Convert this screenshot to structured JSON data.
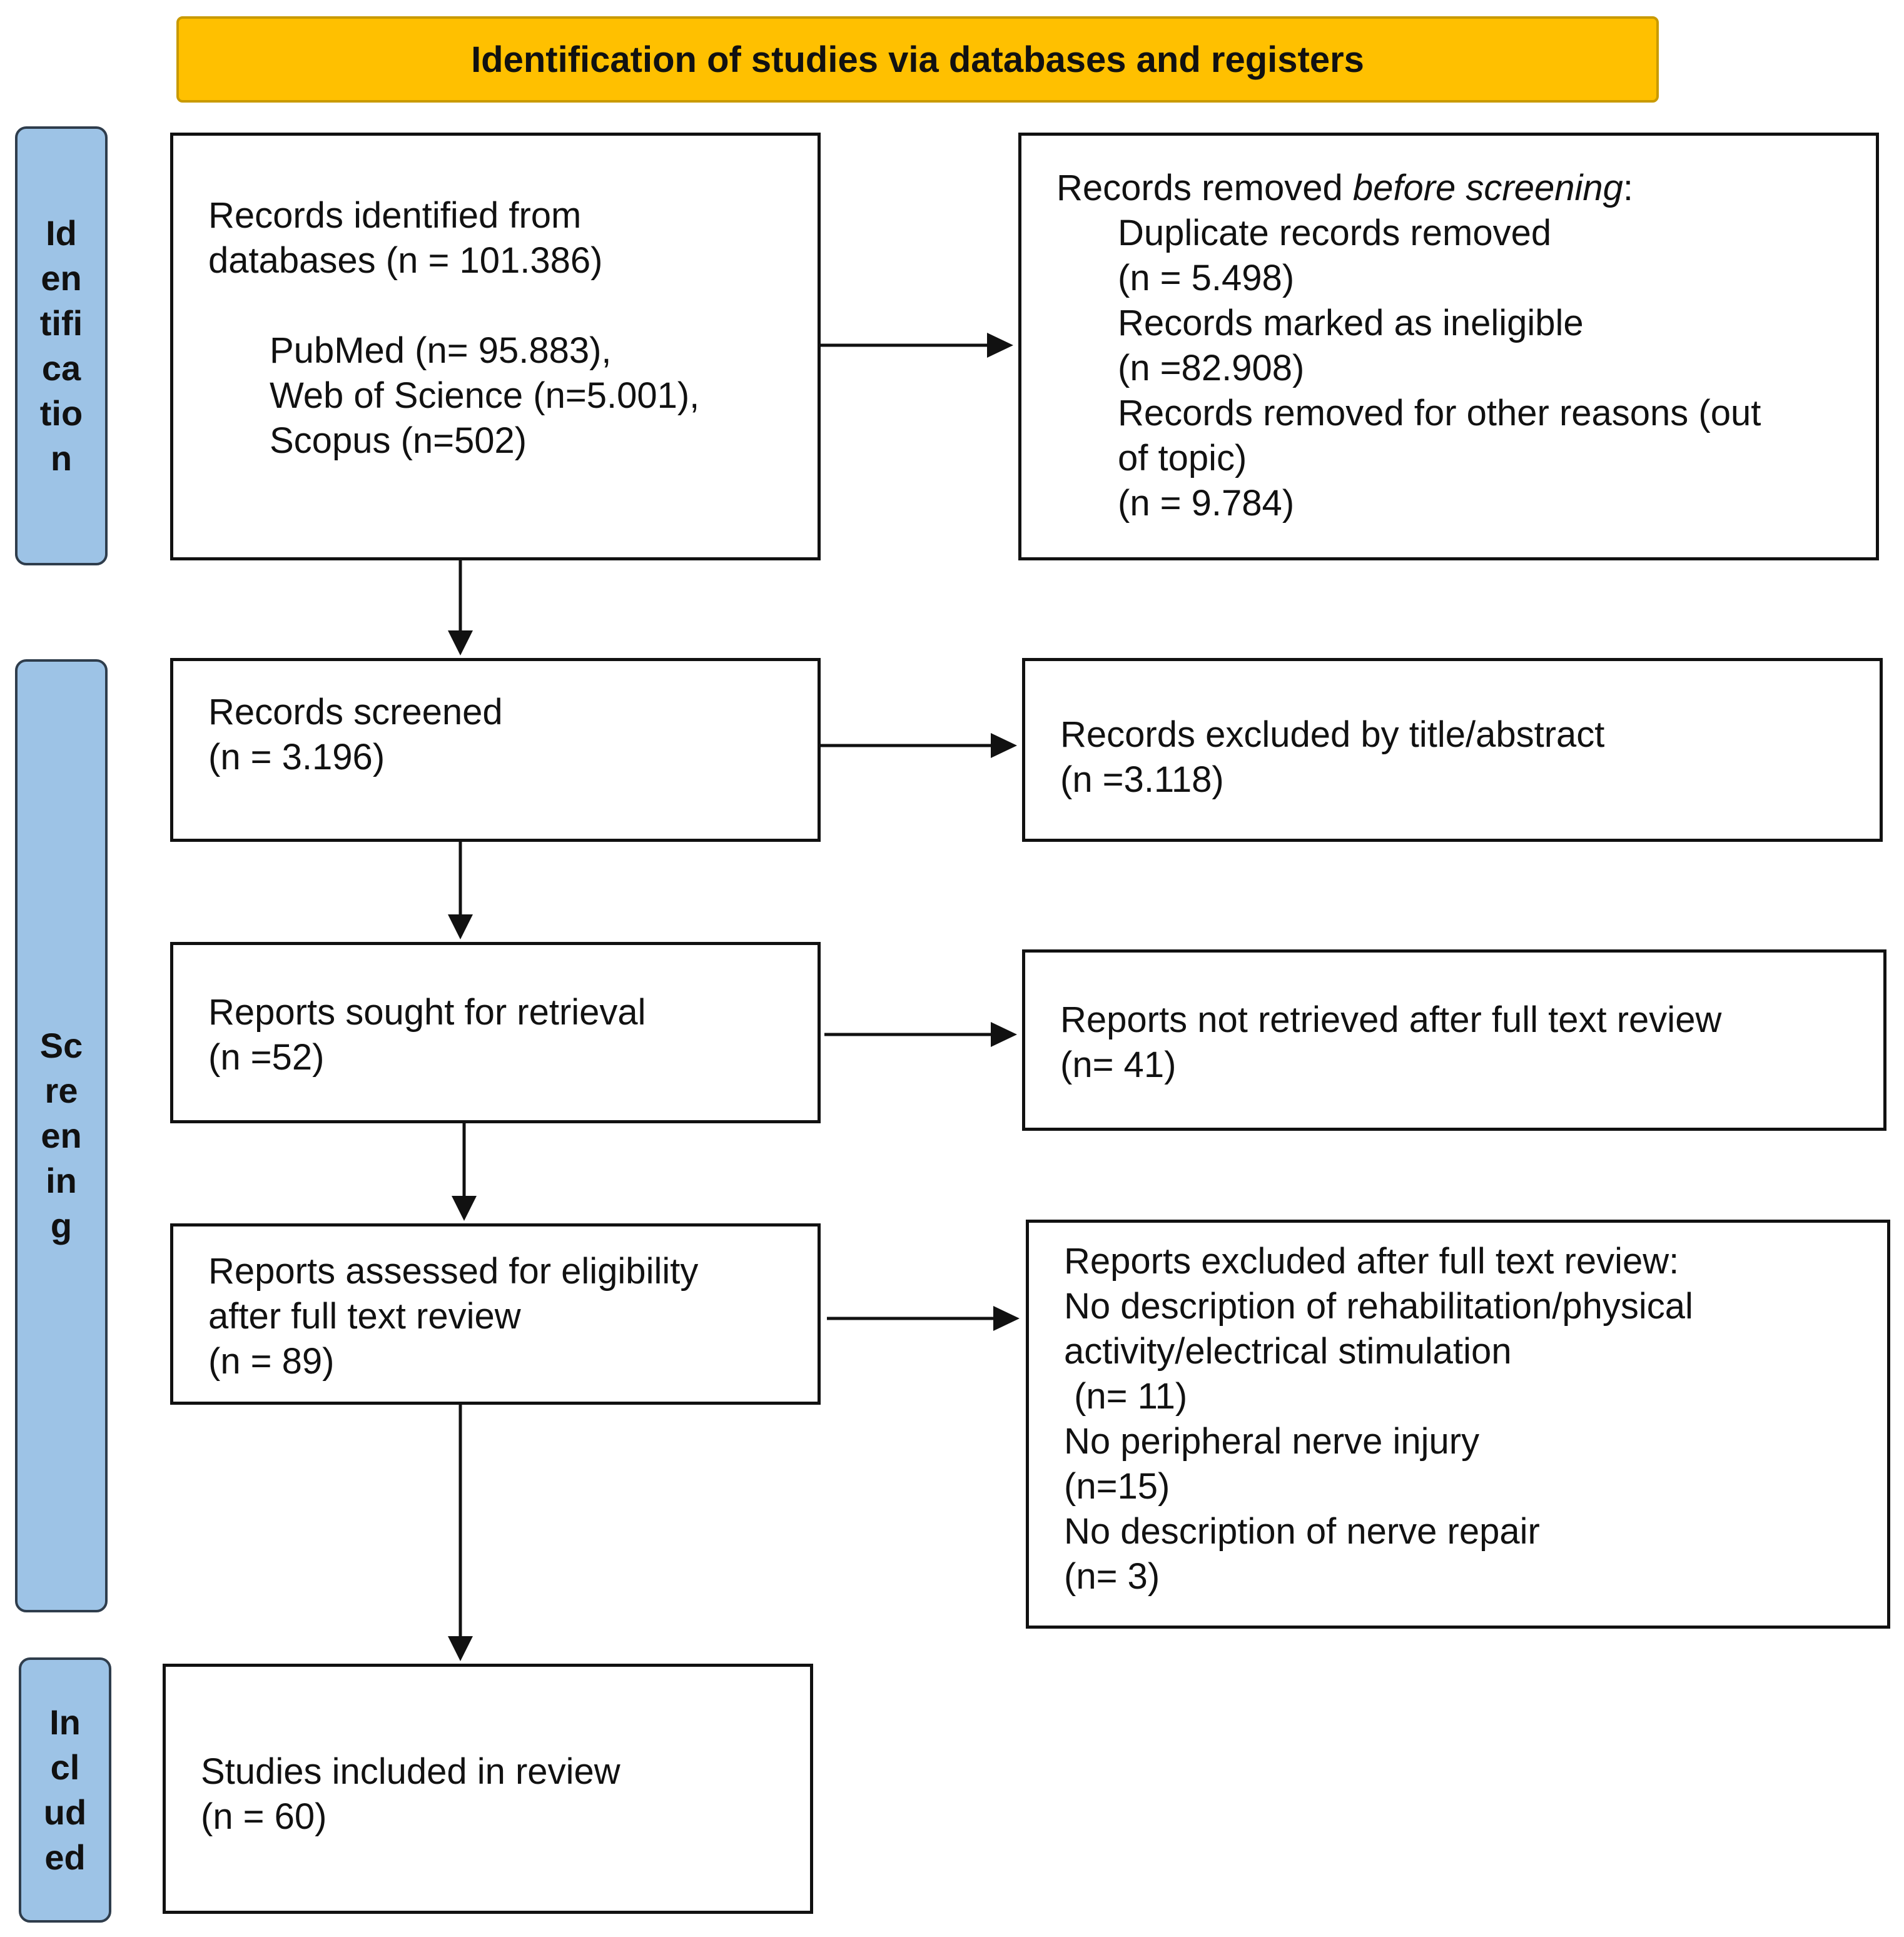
{
  "header": {
    "title": "Identification of studies via databases and registers"
  },
  "stages": {
    "identification": [
      "Id",
      "en",
      "tifi",
      "ca",
      "tio",
      "n"
    ],
    "screening": [
      "Sc",
      "re",
      "en",
      "in",
      "g"
    ],
    "included": [
      "In",
      "cl",
      "ud",
      "ed"
    ]
  },
  "identification": {
    "records_identified": {
      "lines": [
        "Records identified from",
        "databases (n = 101.386)"
      ],
      "sources": [
        "PubMed (n= 95.883),",
        "Web of Science (n=5.001),",
        "Scopus (n=502)"
      ]
    },
    "records_removed": {
      "heading_prefix": "Records removed ",
      "heading_emphasis": "before screening",
      "heading_suffix": ":",
      "lines": [
        "Duplicate records removed",
        "(n = 5.498)",
        "Records marked as ineligible",
        "(n =82.908)",
        "Records removed for other reasons (out",
        "of topic)",
        "(n = 9.784)"
      ]
    }
  },
  "screening": {
    "records_screened": [
      "Records screened",
      "(n = 3.196)"
    ],
    "records_excluded": [
      "Records excluded by title/abstract",
      "(n =3.118)"
    ],
    "reports_sought": [
      "Reports sought for retrieval",
      "(n =52)"
    ],
    "reports_not_retrieved": [
      "Reports not retrieved after full text review",
      "(n= 41)"
    ],
    "reports_assessed": [
      "Reports assessed for eligibility",
      "after full text review",
      "(n = 89)"
    ],
    "reports_excluded": [
      "Reports excluded after full text review:",
      "No description of rehabilitation/physical",
      "activity/electrical stimulation",
      " (n= 11)",
      "No peripheral nerve injury",
      "(n=15)",
      "No description of nerve repair",
      "(n= 3)"
    ]
  },
  "included": {
    "studies_included": [
      "Studies included in review",
      "(n = 60)"
    ]
  },
  "colors": {
    "header_fill": "#FFC000",
    "stage_fill": "#9DC3E6",
    "box_border": "#111111"
  }
}
